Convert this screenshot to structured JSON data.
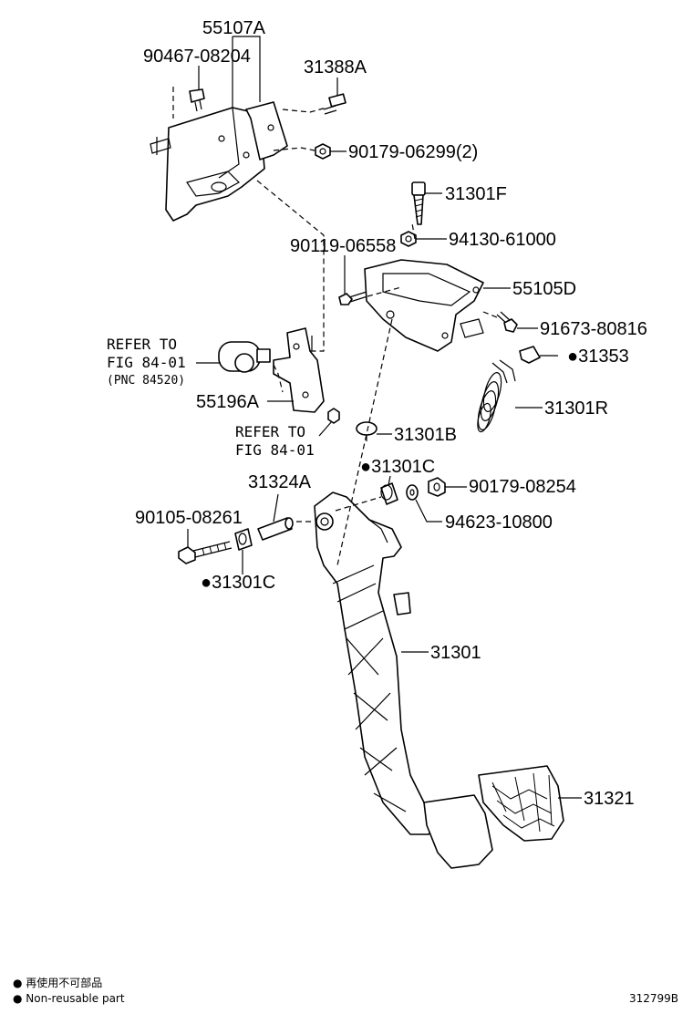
{
  "labels": {
    "p55107A": "55107A",
    "p90467": "90467-08204",
    "p31388A": "31388A",
    "p90179a": "90179-06299(2)",
    "p31301F": "31301F",
    "p94130": "94130-61000",
    "p90119": "90119-06558",
    "p55105D": "55105D",
    "p91673": "91673-80816",
    "p31353": "●31353",
    "p31301R": "31301R",
    "refer1a": "REFER TO",
    "refer1b": "FIG 84-01",
    "refer1c": "(PNC 84520)",
    "p55196A": "55196A",
    "refer2a": "REFER TO",
    "refer2b": "FIG 84-01",
    "p31301B": "31301B",
    "p31301Ca": "●31301C",
    "p90179b": "90179-08254",
    "p31324A": "31324A",
    "p90105": "90105-08261",
    "p94623": "94623-10800",
    "p31301Cb": "●31301C",
    "p31301": "31301",
    "p31321": "31321"
  },
  "legend": {
    "line1": "● 再使用不可部品",
    "line2": "● Non-reusable part"
  },
  "figure_id": "312799B"
}
